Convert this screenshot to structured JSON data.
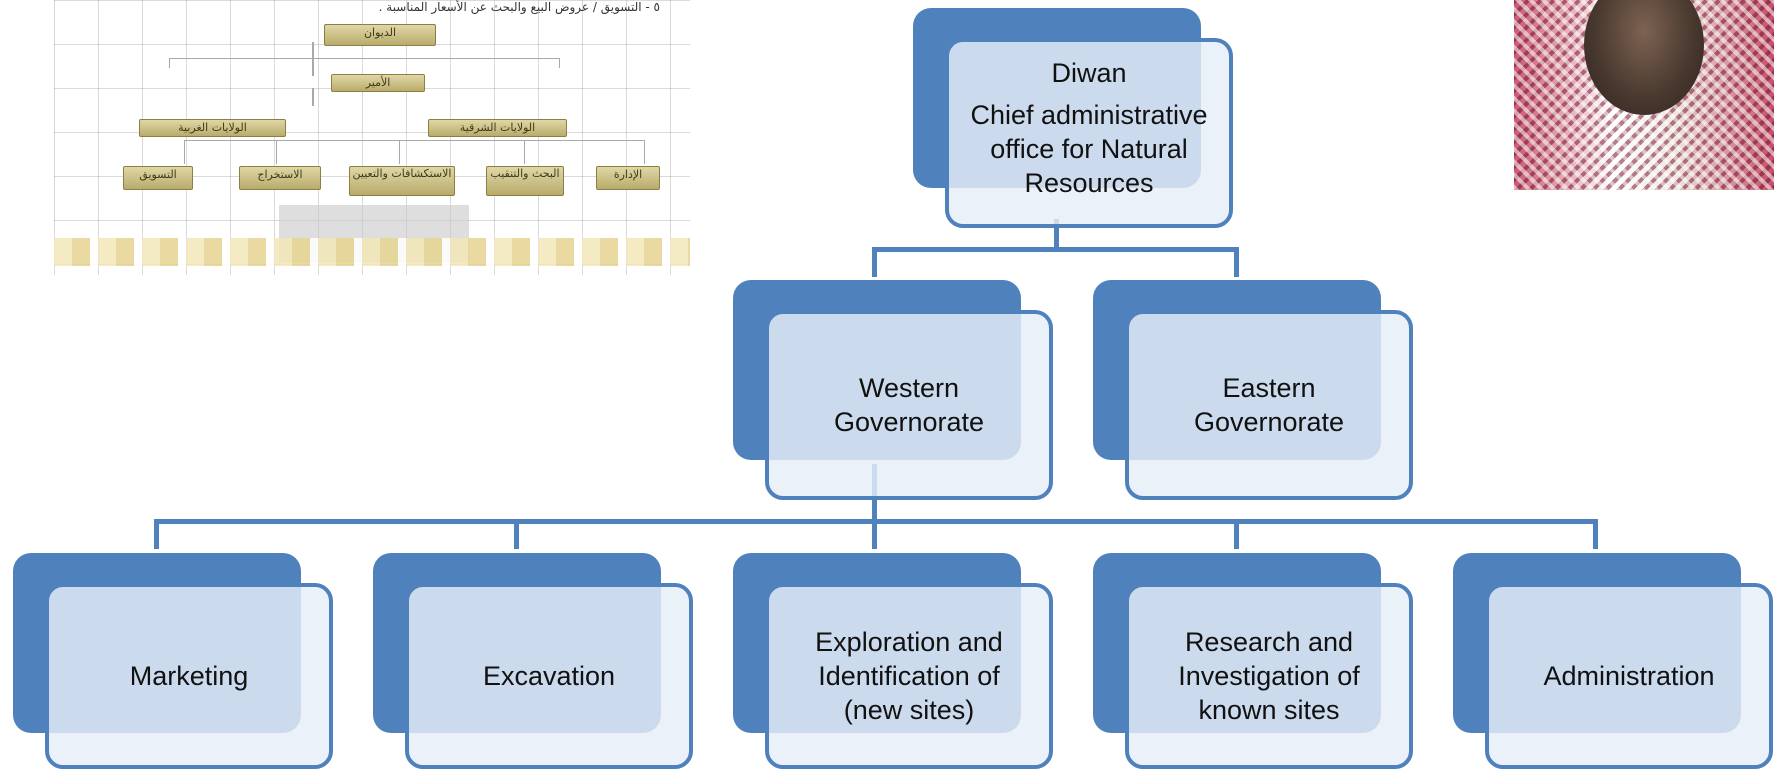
{
  "diagram": {
    "root": {
      "title": "Diwan",
      "subtitle": "Chief administrative office for Natural Resources"
    },
    "level2": [
      {
        "label": "Western Governorate"
      },
      {
        "label": "Eastern Governorate"
      }
    ],
    "level3": [
      {
        "label": "Marketing"
      },
      {
        "label": "Excavation"
      },
      {
        "label": "Exploration and Identification of (new sites)"
      },
      {
        "label": "Research and Investigation of known sites"
      },
      {
        "label": "Administration"
      }
    ]
  },
  "thumbnail": {
    "caption": "٥ - التسويق / عروض البيع والبحث عن الأسعار المناسبة .",
    "boxes": [
      "الديوان",
      "الأمير",
      "الولايات الغربية",
      "الولايات الشرقية",
      "التسويق",
      "الاستخراج",
      "الاستكشافات والتعيين",
      "البحث والتنقيب",
      "الإدارة"
    ]
  },
  "colors": {
    "node_fill": "#4f81bd",
    "node_front": "#e7eef8",
    "thumb_box": "#c9bd80"
  }
}
